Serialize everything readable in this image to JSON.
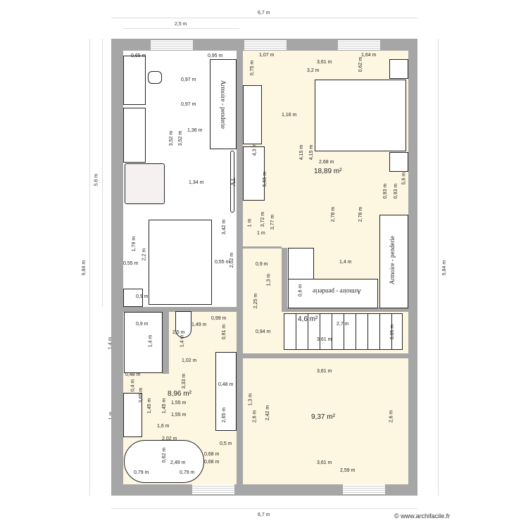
{
  "outer_dimensions": {
    "top_total": "6,7 m",
    "top_left_room": "2,5 m",
    "bottom_total": "6,7 m",
    "left_upper": "5,6 m",
    "left_total": "9,84 m",
    "right_total": "9,84 m",
    "left_bath_1": "1,4 m",
    "left_bath_2": "1 m"
  },
  "rooms": {
    "bedroom_master_area": "18,89 m²",
    "hall_area": "4,6 m²",
    "bathroom_area": "8,96 m²",
    "bedroom_south_area": "9,37 m²"
  },
  "furniture_labels": {
    "wardrobe_left": "Armoire - penderie",
    "wardrobe_right": "Armoire - penderie",
    "wardrobe_bottom": "Armoire - penderie",
    "tv": "TV"
  },
  "labels": [
    "0,65 m",
    "0,95 m",
    "1,07 m",
    "1,64 m",
    "3,61 m",
    "3,2 m",
    "0,75 m",
    "0,62 m",
    "0,97 m",
    "0,97 m",
    "1,16 m",
    "3,52 m",
    "3,52 m",
    "1,36 m",
    "4,3 m",
    "4,15 m",
    "4,15 m",
    "2,68 m",
    "5,65 m",
    "1,34 m",
    "0,93 m",
    "0,93 m",
    "5,6 m",
    "2,78 m",
    "2,78 m",
    "1 m",
    "3,72 m",
    "3,77 m",
    "1 m",
    "1,79 m",
    "2,2 m",
    "0,55 m",
    "0,55 m",
    "3,42 m",
    "2,02 m",
    "0,9 m",
    "1,4 m",
    "1,3 m",
    "0,6 m",
    "0,9 m",
    "2,25 m",
    "0,9 m",
    "1,4 m",
    "2,5 m",
    "1,49 m",
    "0,99 m",
    "0,91 m",
    "1,4 m",
    "0,94 m",
    "2,7 m",
    "3,61 m",
    "0,85 m",
    "1,02 m",
    "3,61 m",
    "0,48 m",
    "0,4 m",
    "3,65 m",
    "3,33 m",
    "0,48 m",
    "1,55 m",
    "1,45 m",
    "1,45 m",
    "1,55 m",
    "1,3 m",
    "2,6 m",
    "2,42 m",
    "2,6 m",
    "1,6 m",
    "2,65 m",
    "2,02 m",
    "0,5 m",
    "0,62 m",
    "2,49 m",
    "0,68 m",
    "0,68 m",
    "0,79 m",
    "0,79 m",
    "3,61 m",
    "2,59 m"
  ],
  "watermark": "© www.archifacile.fr",
  "colors": {
    "wall": "#a6a6a6",
    "floor": "#fdf6e0"
  }
}
